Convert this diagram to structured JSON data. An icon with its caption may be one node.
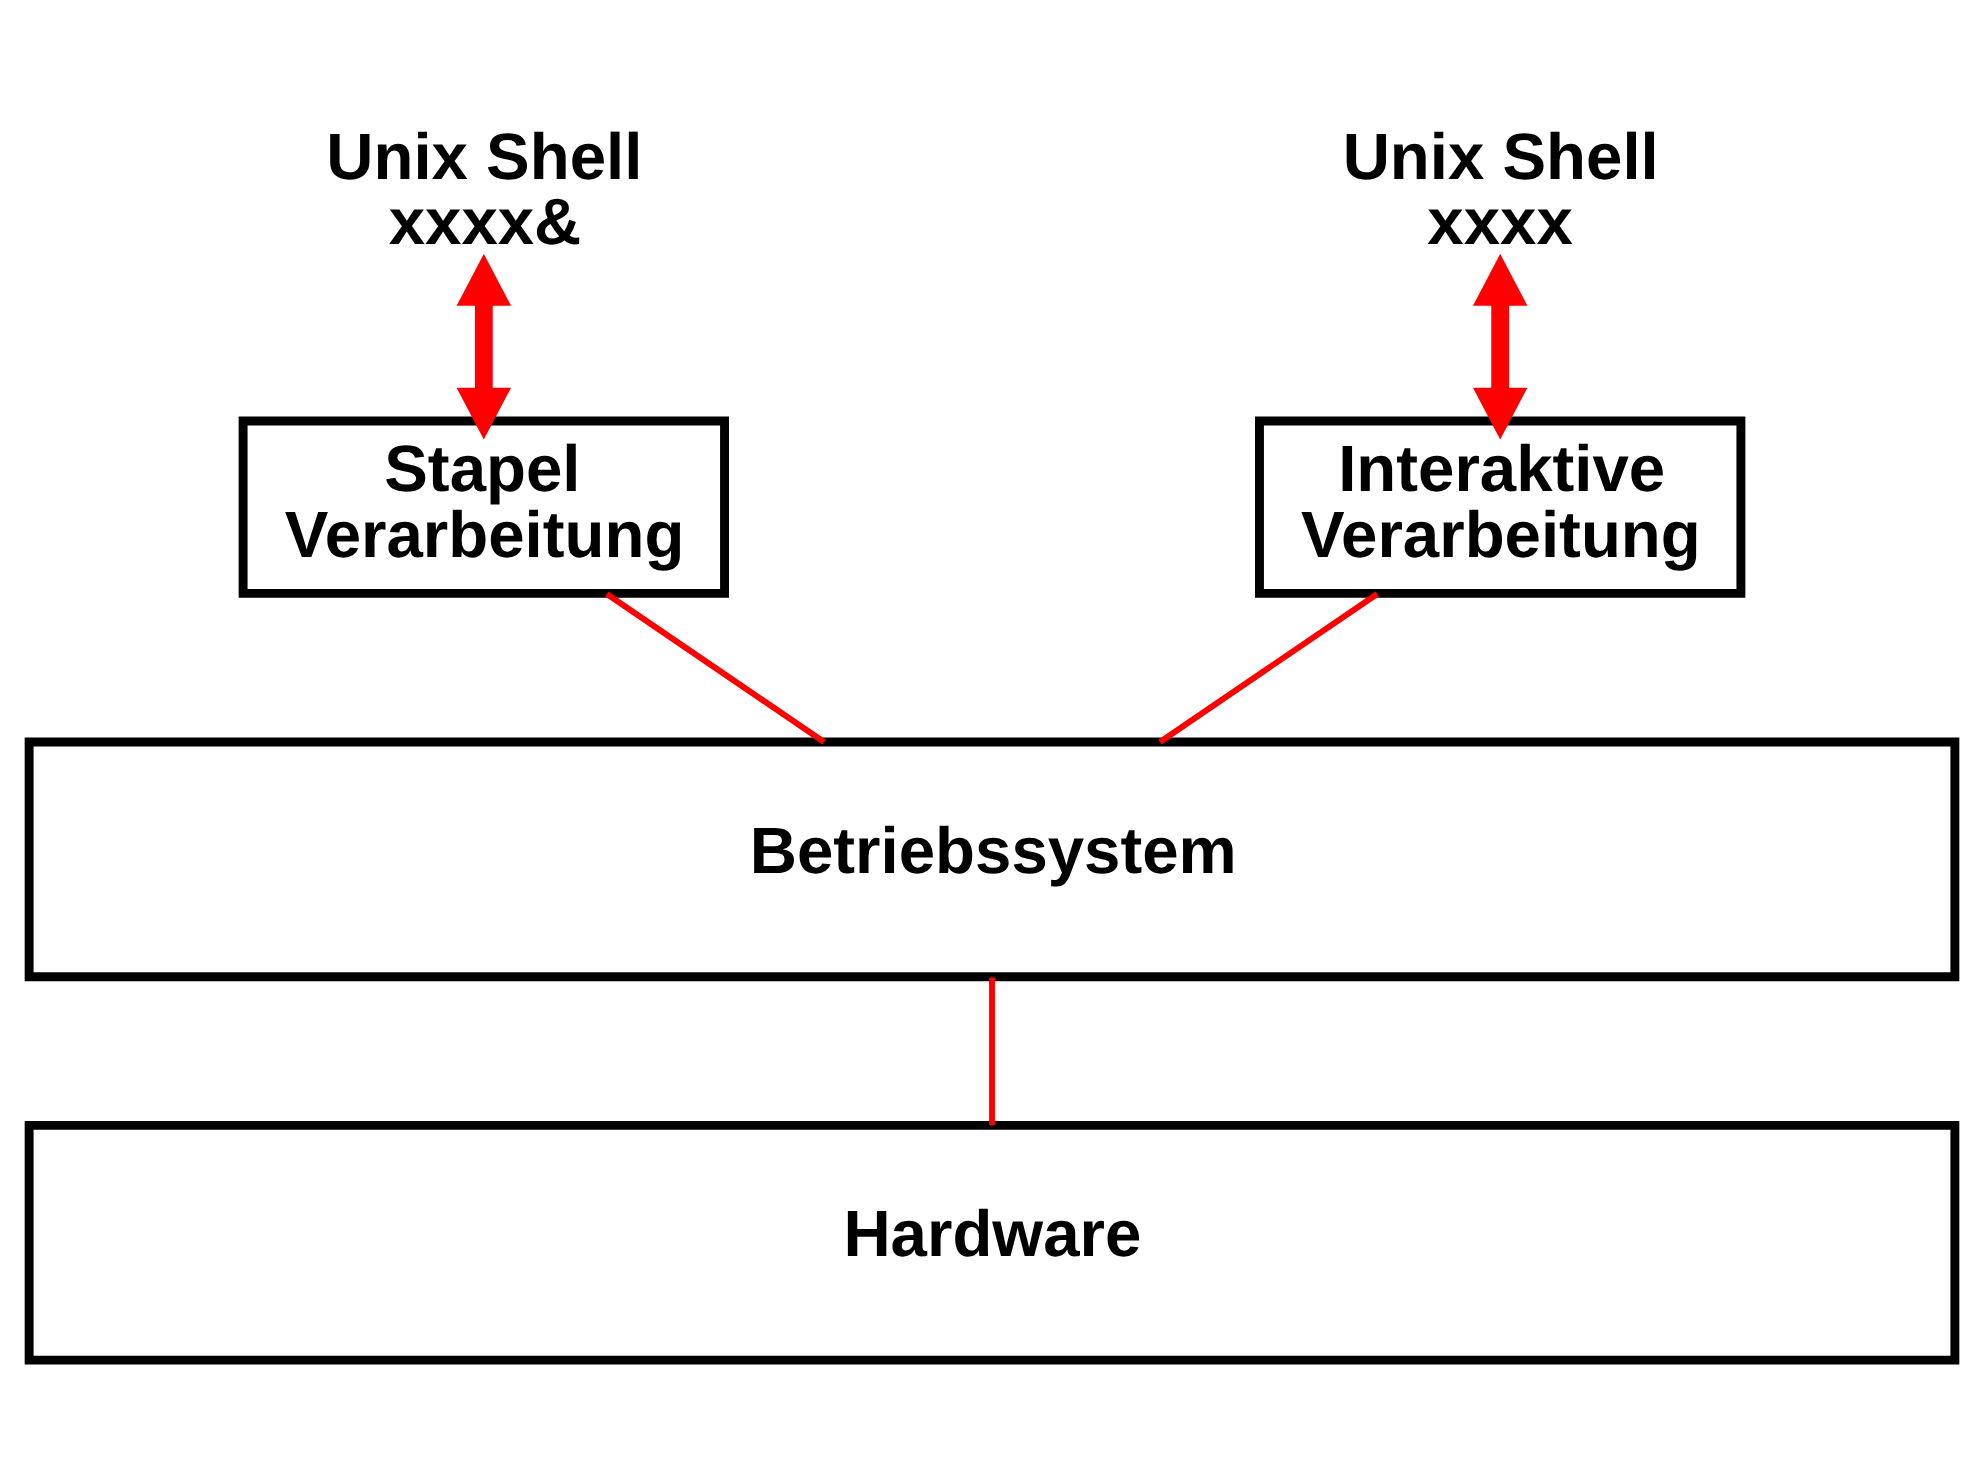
{
  "diagram": {
    "nodes": [
      {
        "text": [
          "Unix Shell xxxx&"
        ]
      },
      {
        "text": [
          "Unix Shell xxxx"
        ]
      },
      {
        "text": [
          "Stapel Verarbeitung"
        ]
      },
      {
        "text": [
          "Interaktive Verarbeitung"
        ]
      },
      {
        "text": [
          "Betriebssystem"
        ]
      },
      {
        "text": [
          "Hardware"
        ]
      }
    ],
    "edges": [
      {
        "from": 0,
        "to": 2,
        "arrow": "both",
        "style": "thick"
      },
      {
        "from": 1,
        "to": 3,
        "arrow": "both",
        "style": "thick"
      },
      {
        "from": 2,
        "to": 4,
        "arrow": "none"
      },
      {
        "from": 3,
        "to": 4,
        "arrow": "none"
      },
      {
        "from": 4,
        "to": 5,
        "arrow": "none"
      }
    ]
  }
}
